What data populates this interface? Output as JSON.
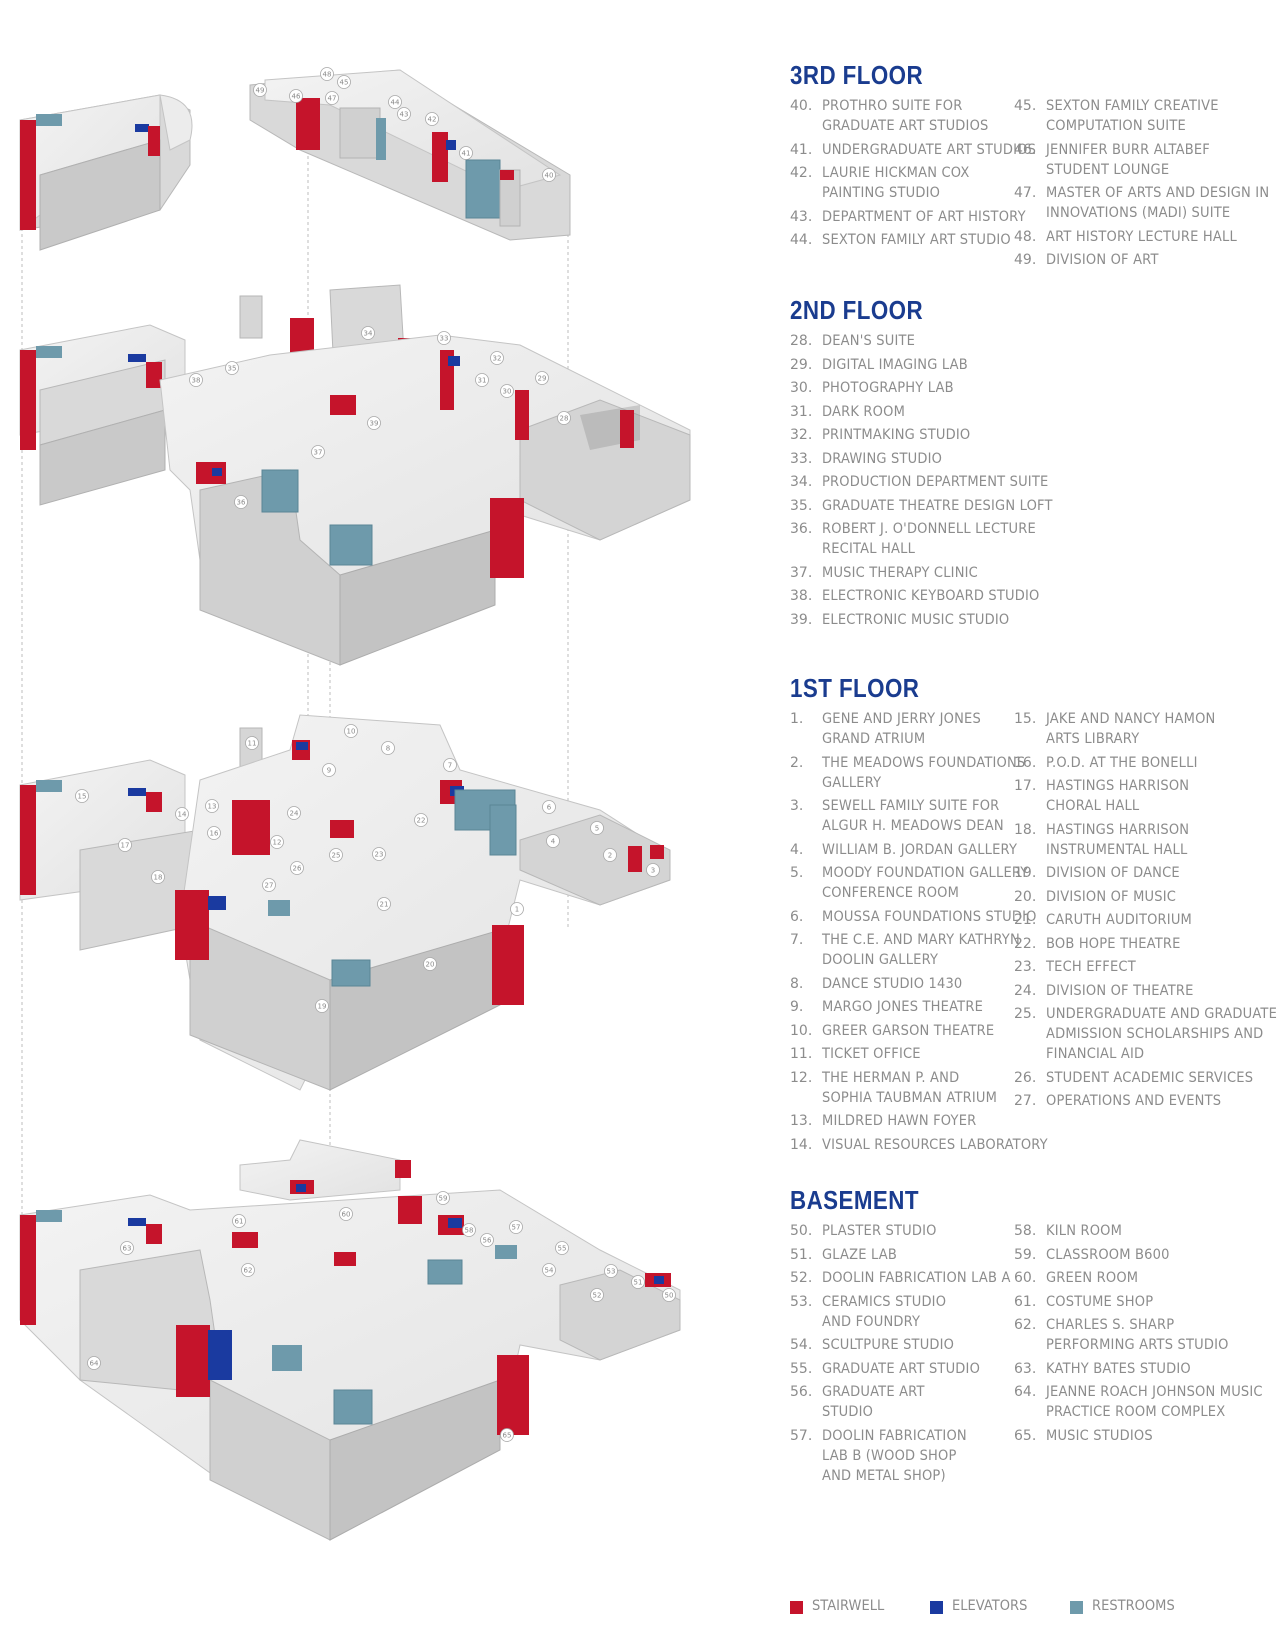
{
  "colors": {
    "stairwell": "#c5142b",
    "elevator": "#1a3aa0",
    "restroom": "#6e9aab",
    "title": "#1a3c8f",
    "text": "#8c8c8c"
  },
  "floors": [
    {
      "id": "third",
      "title": "3RD FLOOR",
      "columns": [
        [
          {
            "num": "40.",
            "lines": [
              "PROTHRO SUITE FOR",
              "GRADUATE ART STUDIOS"
            ]
          },
          {
            "num": "41.",
            "lines": [
              "UNDERGRADUATE ART STUDIOS"
            ]
          },
          {
            "num": "42.",
            "lines": [
              "LAURIE HICKMAN COX",
              "PAINTING STUDIO"
            ]
          },
          {
            "num": "43.",
            "lines": [
              "DEPARTMENT OF ART HISTORY"
            ]
          },
          {
            "num": "44.",
            "lines": [
              "SEXTON FAMILY ART STUDIO"
            ]
          }
        ],
        [
          {
            "num": "45.",
            "lines": [
              "SEXTON FAMILY CREATIVE",
              "COMPUTATION SUITE"
            ]
          },
          {
            "num": "46.",
            "lines": [
              "JENNIFER BURR ALTABEF",
              "STUDENT LOUNGE"
            ]
          },
          {
            "num": "47.",
            "lines": [
              "MASTER OF ARTS AND DESIGN IN",
              "INNOVATIONS (MADI) SUITE"
            ]
          },
          {
            "num": "48.",
            "lines": [
              "ART HISTORY LECTURE HALL"
            ]
          },
          {
            "num": "49.",
            "lines": [
              "DIVISION OF ART"
            ]
          }
        ]
      ]
    },
    {
      "id": "second",
      "title": "2ND FLOOR",
      "columns": [
        [
          {
            "num": "28.",
            "lines": [
              "DEAN'S SUITE"
            ]
          },
          {
            "num": "29.",
            "lines": [
              "DIGITAL IMAGING LAB"
            ]
          },
          {
            "num": "30.",
            "lines": [
              "PHOTOGRAPHY LAB"
            ]
          },
          {
            "num": "31.",
            "lines": [
              "DARK ROOM"
            ]
          },
          {
            "num": "32.",
            "lines": [
              "PRINTMAKING STUDIO"
            ]
          },
          {
            "num": "33.",
            "lines": [
              "DRAWING STUDIO"
            ]
          },
          {
            "num": "34.",
            "lines": [
              "PRODUCTION DEPARTMENT SUITE"
            ]
          },
          {
            "num": "35.",
            "lines": [
              "GRADUATE THEATRE DESIGN LOFT"
            ]
          },
          {
            "num": "36.",
            "lines": [
              "ROBERT J. O'DONNELL LECTURE",
              "RECITAL HALL"
            ]
          },
          {
            "num": "37.",
            "lines": [
              "MUSIC THERAPY CLINIC"
            ]
          },
          {
            "num": "38.",
            "lines": [
              "ELECTRONIC KEYBOARD STUDIO"
            ]
          },
          {
            "num": "39.",
            "lines": [
              "ELECTRONIC MUSIC STUDIO"
            ]
          }
        ]
      ]
    },
    {
      "id": "first",
      "title": "1ST FLOOR",
      "columns": [
        [
          {
            "num": "1.",
            "lines": [
              "GENE AND JERRY JONES",
              "GRAND ATRIUM"
            ]
          },
          {
            "num": "2.",
            "lines": [
              "THE MEADOWS FOUNDATIONS",
              "GALLERY"
            ]
          },
          {
            "num": "3.",
            "lines": [
              "SEWELL FAMILY SUITE FOR",
              "ALGUR H. MEADOWS DEAN"
            ]
          },
          {
            "num": "4.",
            "lines": [
              "WILLIAM B. JORDAN GALLERY"
            ]
          },
          {
            "num": "5.",
            "lines": [
              "MOODY FOUNDATION GALLERY",
              "CONFERENCE ROOM"
            ]
          },
          {
            "num": "6.",
            "lines": [
              "MOUSSA FOUNDATIONS STUDIO"
            ]
          },
          {
            "num": "7.",
            "lines": [
              "THE C.E. AND MARY KATHRYN",
              "DOOLIN GALLERY"
            ]
          },
          {
            "num": "8.",
            "lines": [
              "DANCE STUDIO 1430"
            ]
          },
          {
            "num": "9.",
            "lines": [
              "MARGO JONES THEATRE"
            ]
          },
          {
            "num": "10.",
            "lines": [
              "GREER GARSON THEATRE"
            ]
          },
          {
            "num": "11.",
            "lines": [
              "TICKET OFFICE"
            ]
          },
          {
            "num": "12.",
            "lines": [
              "THE HERMAN P. AND",
              "SOPHIA TAUBMAN ATRIUM"
            ]
          },
          {
            "num": "13.",
            "lines": [
              "MILDRED HAWN FOYER"
            ]
          },
          {
            "num": "14.",
            "lines": [
              "VISUAL RESOURCES LABORATORY"
            ]
          }
        ],
        [
          {
            "num": "15.",
            "lines": [
              "JAKE AND NANCY HAMON",
              "ARTS LIBRARY"
            ]
          },
          {
            "num": "16.",
            "lines": [
              "P.O.D. AT THE BONELLI"
            ]
          },
          {
            "num": "17.",
            "lines": [
              "HASTINGS HARRISON",
              "CHORAL HALL"
            ]
          },
          {
            "num": "18.",
            "lines": [
              "HASTINGS HARRISON",
              "INSTRUMENTAL HALL"
            ]
          },
          {
            "num": "19.",
            "lines": [
              "DIVISION OF DANCE"
            ]
          },
          {
            "num": "20.",
            "lines": [
              "DIVISION OF MUSIC"
            ]
          },
          {
            "num": "21.",
            "lines": [
              "CARUTH AUDITORIUM"
            ]
          },
          {
            "num": "22.",
            "lines": [
              "BOB HOPE THEATRE"
            ]
          },
          {
            "num": "23.",
            "lines": [
              "TECH EFFECT"
            ]
          },
          {
            "num": "24.",
            "lines": [
              "DIVISION OF THEATRE"
            ]
          },
          {
            "num": "25.",
            "lines": [
              "UNDERGRADUATE AND GRADUATE",
              "ADMISSION SCHOLARSHIPS AND",
              "FINANCIAL AID"
            ]
          },
          {
            "num": "26.",
            "lines": [
              "STUDENT ACADEMIC SERVICES"
            ]
          },
          {
            "num": "27.",
            "lines": [
              "OPERATIONS AND EVENTS"
            ]
          }
        ]
      ]
    },
    {
      "id": "basement",
      "title": "BASEMENT",
      "columns": [
        [
          {
            "num": "50.",
            "lines": [
              "PLASTER STUDIO"
            ]
          },
          {
            "num": "51.",
            "lines": [
              "GLAZE LAB"
            ]
          },
          {
            "num": "52.",
            "lines": [
              "DOOLIN FABRICATION LAB A"
            ]
          },
          {
            "num": "53.",
            "lines": [
              "CERAMICS STUDIO",
              "AND FOUNDRY"
            ]
          },
          {
            "num": "54.",
            "lines": [
              "SCULTPURE STUDIO"
            ]
          },
          {
            "num": "55.",
            "lines": [
              "GRADUATE ART STUDIO"
            ]
          },
          {
            "num": "56.",
            "lines": [
              "GRADUATE ART",
              "STUDIO"
            ]
          },
          {
            "num": "57.",
            "lines": [
              "DOOLIN FABRICATION",
              "LAB B (WOOD SHOP",
              "AND METAL SHOP)"
            ]
          }
        ],
        [
          {
            "num": "58.",
            "lines": [
              "KILN ROOM"
            ]
          },
          {
            "num": "59.",
            "lines": [
              "CLASSROOM B600"
            ]
          },
          {
            "num": "60.",
            "lines": [
              "GREEN ROOM"
            ]
          },
          {
            "num": "61.",
            "lines": [
              "COSTUME SHOP"
            ]
          },
          {
            "num": "62.",
            "lines": [
              "CHARLES S. SHARP",
              "PERFORMING ARTS STUDIO"
            ]
          },
          {
            "num": "63.",
            "lines": [
              "KATHY BATES STUDIO"
            ]
          },
          {
            "num": "64.",
            "lines": [
              "JEANNE ROACH JOHNSON MUSIC",
              "PRACTICE ROOM COMPLEX"
            ]
          },
          {
            "num": "65.",
            "lines": [
              "MUSIC STUDIOS"
            ]
          }
        ]
      ]
    }
  ],
  "legend": [
    {
      "label": "STAIRWELL",
      "color": "#c5142b"
    },
    {
      "label": "ELEVATORS",
      "color": "#1a3aa0"
    },
    {
      "label": "RESTROOMS",
      "color": "#6e9aab"
    }
  ],
  "diagram_markers": [
    {
      "floor": 3,
      "nums": [
        "48",
        "45",
        "49",
        "46",
        "47",
        "44",
        "43",
        "42",
        "41",
        "40"
      ]
    },
    {
      "floor": 2,
      "nums": [
        "34",
        "33",
        "35",
        "32",
        "38",
        "31",
        "30",
        "29",
        "28",
        "39",
        "37",
        "36"
      ]
    },
    {
      "floor": 1,
      "nums": [
        "10",
        "11",
        "8",
        "7",
        "9",
        "15",
        "14",
        "13",
        "24",
        "22",
        "6",
        "5",
        "16",
        "12",
        "4",
        "17",
        "25",
        "23",
        "2",
        "3",
        "18",
        "26",
        "27",
        "21",
        "1",
        "20",
        "19"
      ]
    },
    {
      "floor": 0,
      "nums": [
        "59",
        "60",
        "61",
        "57",
        "58",
        "63",
        "56",
        "55",
        "54",
        "53",
        "51",
        "62",
        "52",
        "50",
        "64",
        "65"
      ]
    }
  ]
}
